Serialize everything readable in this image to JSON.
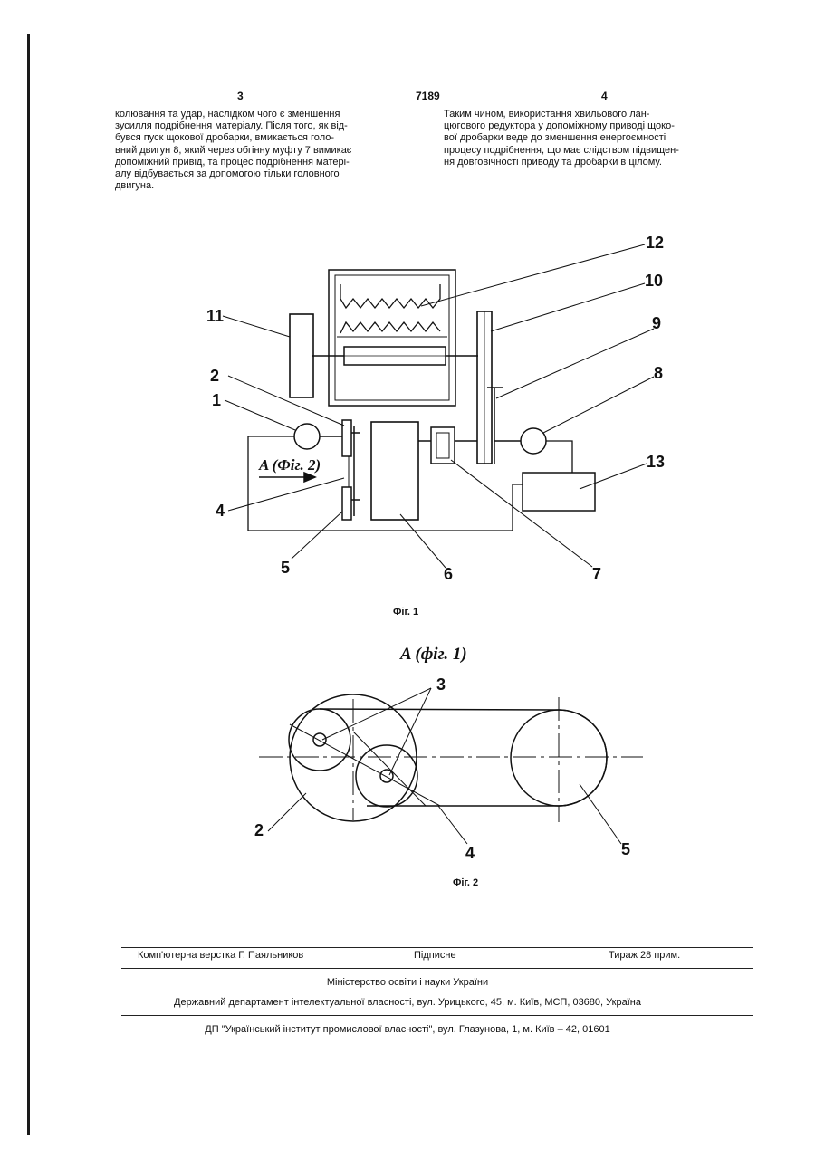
{
  "header": {
    "page_left": "3",
    "patent_number": "7189",
    "page_right": "4"
  },
  "text": {
    "left_column": "колювання та удар, наслідком чого є зменшення\nзусилля подрібнення матеріалу. Після того, як від-\nбувся пуск щокової дробарки, вмикається голо-\nвний двигун 8, який через обгінну муфту 7 вимикає\nдопоміжний привід, та процес подрібнення матері-\nалу відбувається за допомогою тільки головного\nдвигуна.",
    "right_column": "Таким чином, використання хвильового лан-\nцюгового редуктора у допоміжному приводі щоко-\nвої дробарки веде до зменшення енергоємності\nпроцесу подрібнення, що має слідством підвищен-\nня довговічності приводу та дробарки в цілому."
  },
  "figure1": {
    "caption": "Фіг. 1",
    "view_label": "A (Фіг. 2)",
    "labels": {
      "l1": "1",
      "l2": "2",
      "l4": "4",
      "l5": "5",
      "l6": "6",
      "l7": "7",
      "l8": "8",
      "l9": "9",
      "l10": "10",
      "l11": "11",
      "l12": "12",
      "l13": "13"
    }
  },
  "figure2": {
    "title": "A (фіг. 1)",
    "caption": "Фіг. 2",
    "labels": {
      "l2": "2",
      "l3": "3",
      "l4": "4",
      "l5": "5"
    }
  },
  "footer": {
    "layout": "Комп'ютерна верстка Г. Паяльников",
    "signed": "Підписне",
    "circulation": "Тираж 28 прим.",
    "ministry": "Міністерство освіти і науки України",
    "department": "Державний департамент інтелектуальної власності, вул. Урицького, 45, м. Київ, МСП, 03680, Україна",
    "institute": "ДП \"Український інститут промислової власності\", вул. Глазунова, 1, м. Київ – 42, 01601"
  },
  "colors": {
    "ink": "#111111",
    "paper": "#ffffff"
  }
}
